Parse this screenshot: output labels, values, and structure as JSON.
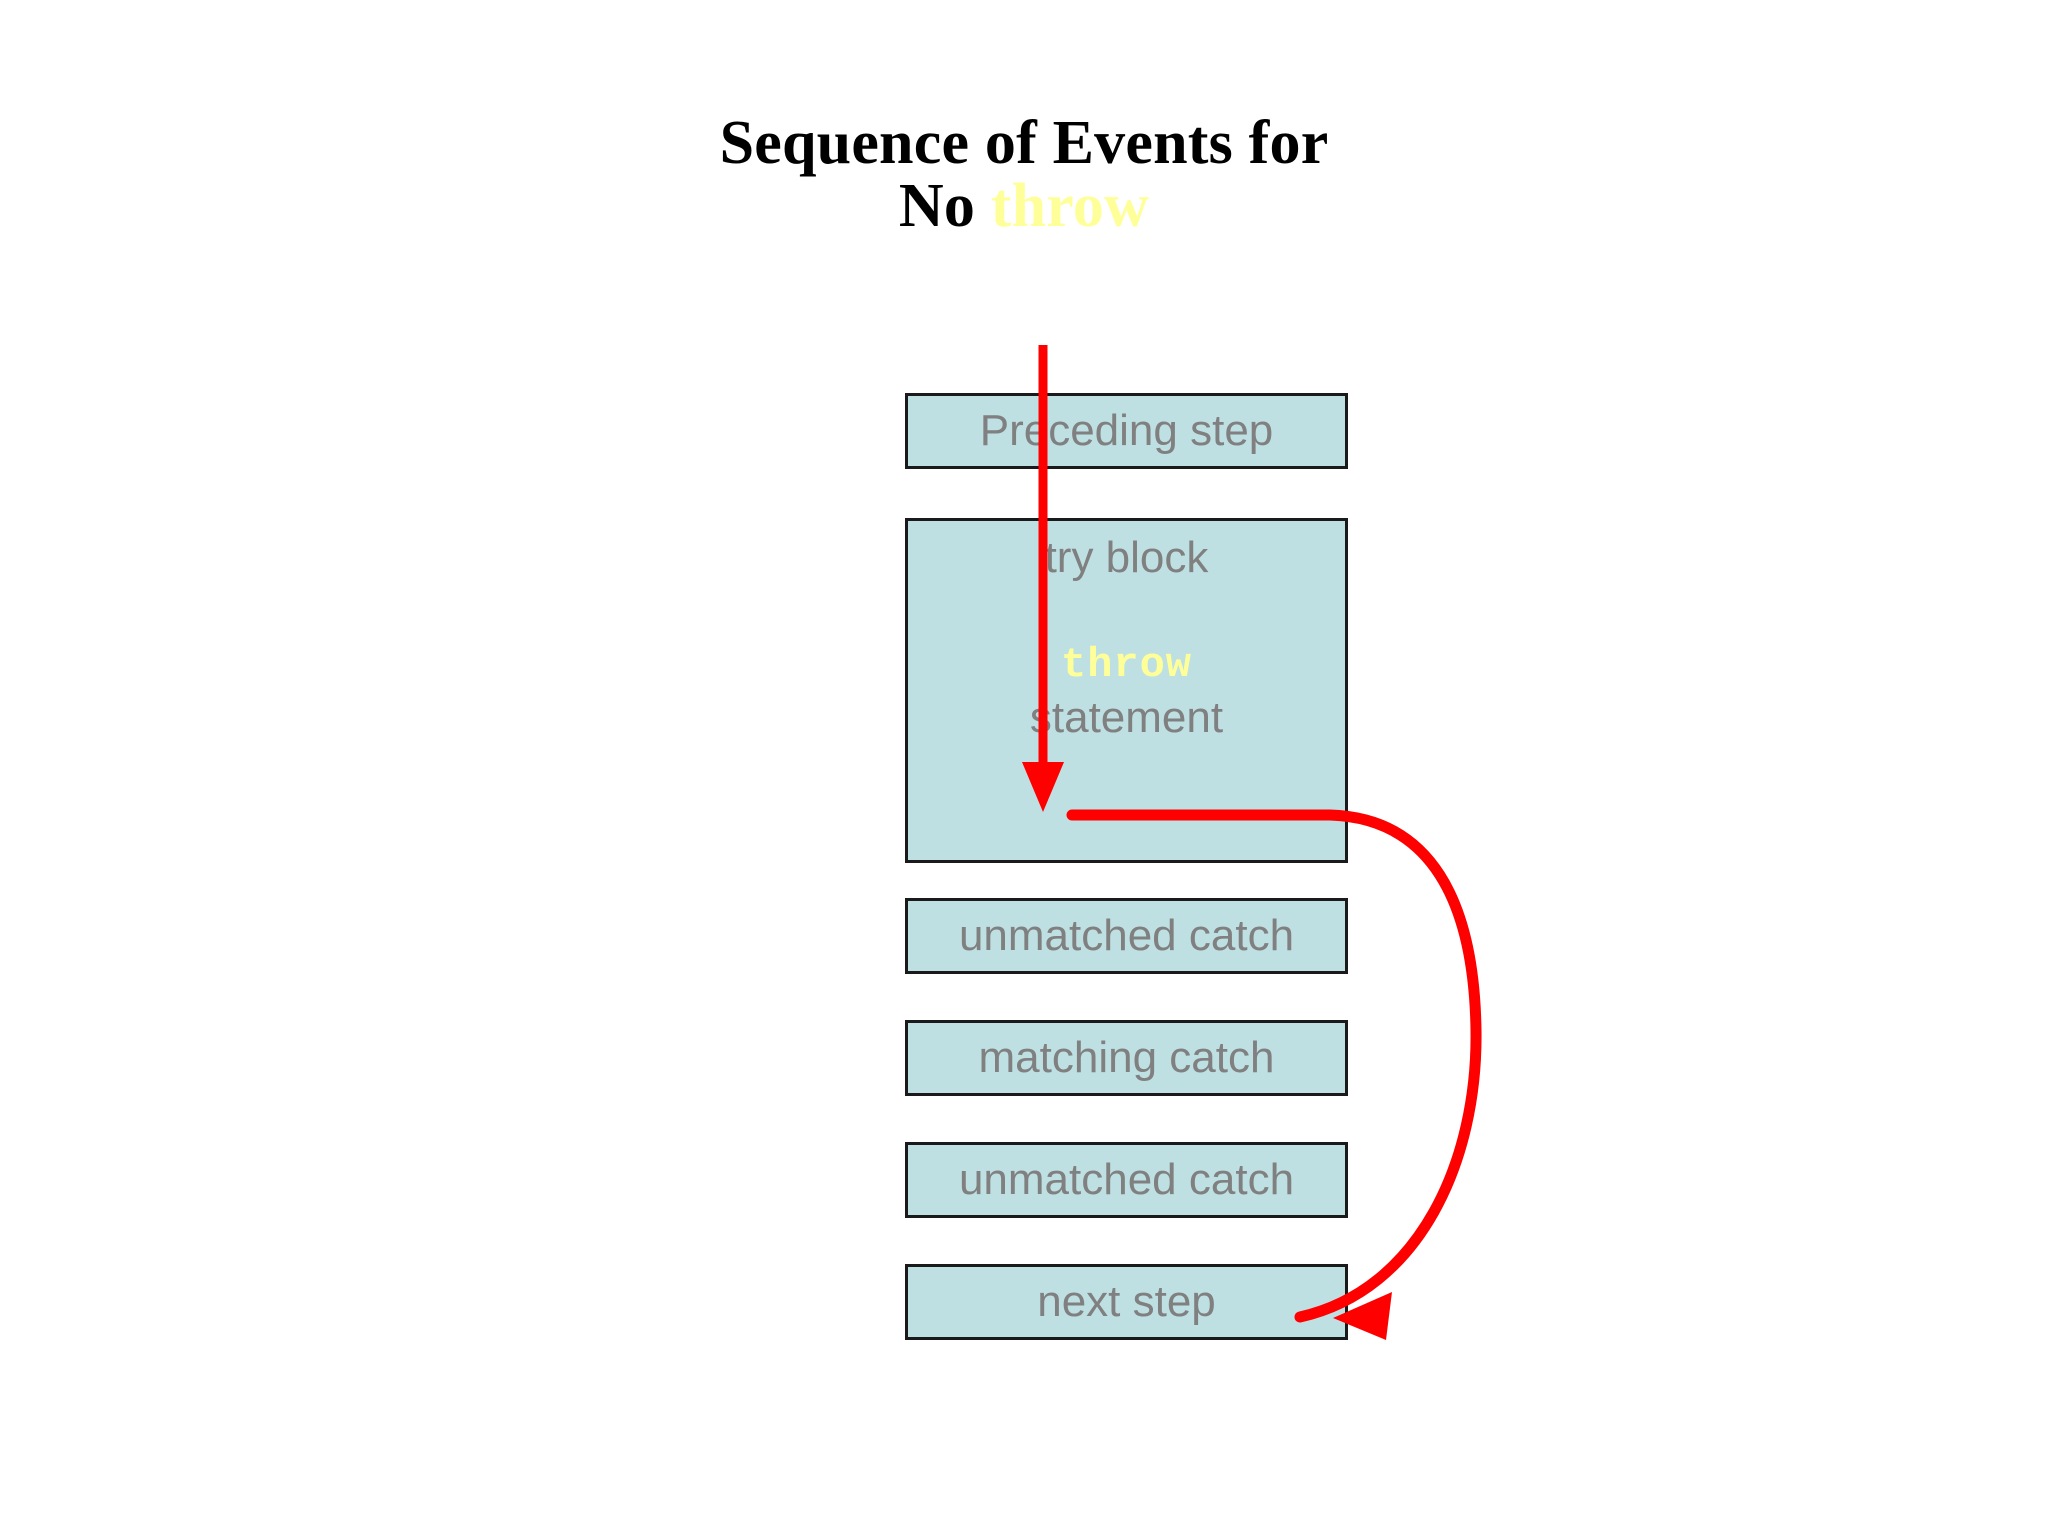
{
  "title": {
    "line1": "Sequence of Events for",
    "line2_prefix": "No ",
    "line2_keyword": "throw"
  },
  "colors": {
    "box_fill": "#bee0e3",
    "box_border": "#1a1a1a",
    "box_text": "#808080",
    "keyword_yellow": "#ffff99",
    "arrow_red": "#ff0000",
    "background": "#ffffff",
    "title_text": "#000000"
  },
  "flow": {
    "boxes": [
      {
        "id": "preceding-step",
        "label": "Preceding step"
      },
      {
        "id": "try-block",
        "label": "try block"
      },
      {
        "id": "unmatched-catch-1",
        "label": "unmatched catch"
      },
      {
        "id": "matching-catch",
        "label": "matching catch"
      },
      {
        "id": "unmatched-catch-2",
        "label": "unmatched catch"
      },
      {
        "id": "next-step",
        "label": "next step"
      }
    ],
    "try_block": {
      "header": "try block",
      "keyword": "throw",
      "statement": "statement"
    }
  },
  "arrows": [
    {
      "id": "down-arrow",
      "description": "vertical red arrow from above Preceding step down into try block",
      "color": "#ff0000"
    },
    {
      "id": "bypass-curve-arrow",
      "description": "red curve from try block bottom around the catch blocks into next step",
      "color": "#ff0000"
    }
  ]
}
